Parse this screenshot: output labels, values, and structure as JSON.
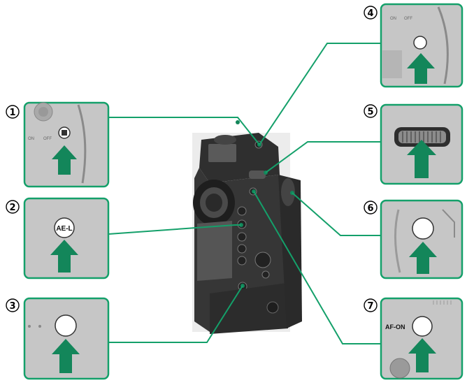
{
  "callouts": [
    {
      "number": "1",
      "switch_on": "ON",
      "switch_off": "OFF"
    },
    {
      "number": "2",
      "button_label": "AE-L"
    },
    {
      "number": "3"
    },
    {
      "number": "4",
      "switch_on": "ON",
      "switch_off": "OFF"
    },
    {
      "number": "5"
    },
    {
      "number": "6"
    },
    {
      "number": "7",
      "button_label": "AF-ON"
    }
  ],
  "colors": {
    "frame_green": "#14a06a",
    "arrow_green": "#13865a",
    "photo_gray": "#c4c4c4",
    "camera_dark": "#3a3a3a"
  }
}
